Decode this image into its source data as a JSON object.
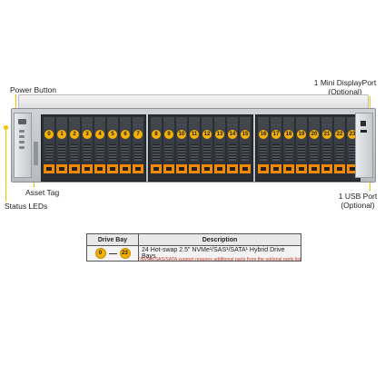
{
  "callouts": {
    "power_button": "Power Button",
    "asset_tag": "Asset Tag",
    "status_leds": "Status LEDs",
    "mini_dp_line1": "1 Mini DisplayPort",
    "mini_dp_line2": "(Optional)",
    "usb_line1": "1 USB Port",
    "usb_line2": "(Optional)"
  },
  "bays": [
    "0",
    "1",
    "2",
    "3",
    "4",
    "5",
    "6",
    "7",
    "8",
    "9",
    "10",
    "11",
    "12",
    "13",
    "14",
    "15",
    "16",
    "17",
    "18",
    "19",
    "20",
    "21",
    "22",
    "23"
  ],
  "table": {
    "headers": [
      "Drive Bay",
      "Description"
    ],
    "bay_from": "0",
    "bay_to": "23",
    "description": "24 Hot-swap 2.5\" NVMe¹/SAS¹/SATA¹ Hybrid Drive Bays"
  },
  "footnote": "¹NVMe/SAS/SATA support requires additional parts from the optional parts list",
  "colors": {
    "callout_line": "#f2c200",
    "bay_number": "#f5b000",
    "bay_latch": "#f28a00",
    "footnote": "#c0392b"
  }
}
